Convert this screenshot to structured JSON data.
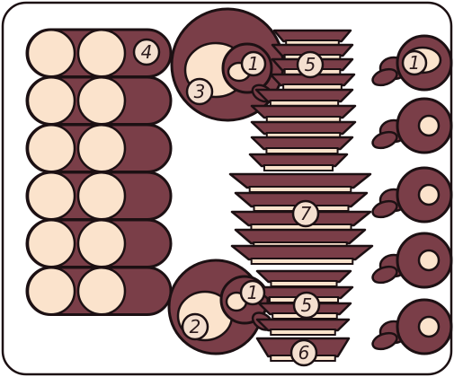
{
  "colors": {
    "outline": "#1c1013",
    "brown": "#7a3e48",
    "cream": "#fbe3cc",
    "badge_fill": "#f4dfcf",
    "background": "#ffffff"
  },
  "labels": {
    "slot_counter_4": "4",
    "plate_pile_3": "3",
    "plate_pile_2": "2",
    "cup_on_tray_top": "1",
    "cup_on_tray_bottom": "1",
    "cup_in_column": "1",
    "saucer_stack_top": "5",
    "plate_stack_big": "7",
    "saucer_stack_bottom": "5",
    "bowl_stack": "6"
  },
  "counter_rack": {
    "rows": 6,
    "filled_per_row": 2,
    "first_row_counter": "4"
  },
  "cup_column": {
    "cups": 5,
    "first_cup_label": "1"
  }
}
